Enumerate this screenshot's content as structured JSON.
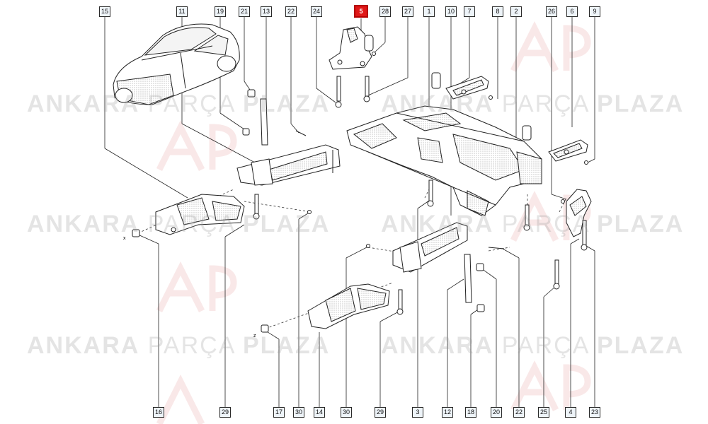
{
  "diagram": {
    "callouts": [
      {
        "id": "15",
        "label": "15"
      },
      {
        "id": "11",
        "label": "11"
      },
      {
        "id": "19",
        "label": "19"
      },
      {
        "id": "21",
        "label": "21"
      },
      {
        "id": "13",
        "label": "13"
      },
      {
        "id": "22a",
        "label": "22"
      },
      {
        "id": "24",
        "label": "24"
      },
      {
        "id": "5",
        "label": "5",
        "highlighted": true
      },
      {
        "id": "28",
        "label": "28"
      },
      {
        "id": "27",
        "label": "27"
      },
      {
        "id": "1",
        "label": "1"
      },
      {
        "id": "10",
        "label": "10"
      },
      {
        "id": "7",
        "label": "7"
      },
      {
        "id": "8",
        "label": "8"
      },
      {
        "id": "2",
        "label": "2"
      },
      {
        "id": "26",
        "label": "26"
      },
      {
        "id": "6",
        "label": "6"
      },
      {
        "id": "9",
        "label": "9"
      },
      {
        "id": "16",
        "label": "16"
      },
      {
        "id": "29a",
        "label": "29"
      },
      {
        "id": "17",
        "label": "17"
      },
      {
        "id": "30a",
        "label": "30"
      },
      {
        "id": "14",
        "label": "14"
      },
      {
        "id": "30b",
        "label": "30"
      },
      {
        "id": "29b",
        "label": "29"
      },
      {
        "id": "3",
        "label": "3"
      },
      {
        "id": "12",
        "label": "12"
      },
      {
        "id": "18",
        "label": "18"
      },
      {
        "id": "20",
        "label": "20"
      },
      {
        "id": "22b",
        "label": "22"
      },
      {
        "id": "25",
        "label": "25"
      },
      {
        "id": "4",
        "label": "4"
      },
      {
        "id": "23",
        "label": "23"
      }
    ],
    "small_marks": {
      "x1": "x",
      "x2": "z"
    }
  },
  "watermark": {
    "word1": "ANKARA",
    "word2": "PARÇA",
    "word3": "PLAZA"
  },
  "colors": {
    "highlight": "#e01818",
    "tag_fill": "#eef4f9",
    "line": "#222222"
  }
}
